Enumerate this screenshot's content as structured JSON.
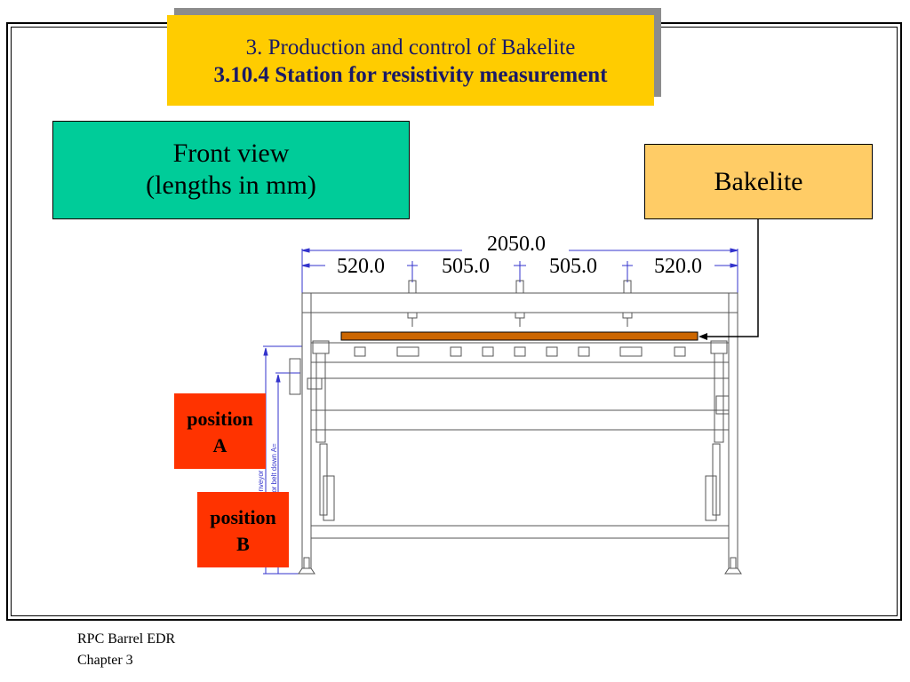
{
  "title": {
    "line1": "3. Production and control of  Bakelite",
    "line2": "3.10.4 Station for resistivity measurement"
  },
  "front_view": {
    "line1": "Front view",
    "line2": "(lengths in mm)"
  },
  "bakelite_label": "Bakelite",
  "position_a": {
    "line1": "position",
    "line2": "A"
  },
  "position_b": {
    "line1": "position",
    "line2": "B"
  },
  "dimensions": {
    "total": "2050.0",
    "seg1": "520.0",
    "seg2": "505.0",
    "seg3": "505.0",
    "seg4": "520.0"
  },
  "side_labels": {
    "conveyor_up": "conveyor",
    "conveyor_down": "conveyor belt down A="
  },
  "footer": {
    "line1": "RPC Barrel EDR",
    "line2": "Chapter 3"
  },
  "colors": {
    "title_bg": "#ffcc00",
    "front_view_bg": "#00cc99",
    "bakelite_box_bg": "#ffcc66",
    "bakelite_plate": "#cc6600",
    "position_bg": "#ff3300",
    "dimension_lines": "#3333cc"
  }
}
